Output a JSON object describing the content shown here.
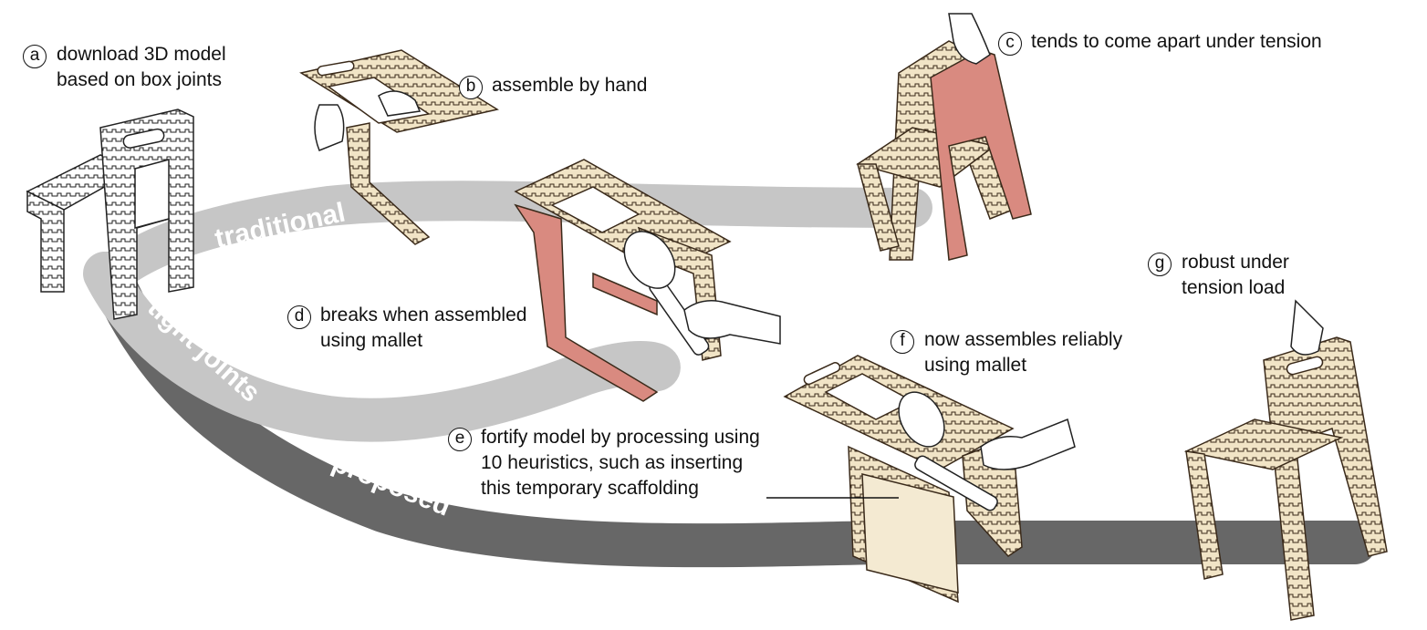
{
  "paths": {
    "traditional": "traditional",
    "tight_joints": "tight joints",
    "proposed": "proposed"
  },
  "steps": {
    "a": {
      "badge": "a",
      "lines": [
        "download 3D model",
        "based on box joints"
      ]
    },
    "b": {
      "badge": "b",
      "lines": [
        "assemble by hand"
      ]
    },
    "c": {
      "badge": "c",
      "lines": [
        "tends to come apart under tension"
      ]
    },
    "d": {
      "badge": "d",
      "lines": [
        "breaks when assembled",
        "using mallet"
      ]
    },
    "e": {
      "badge": "e",
      "lines": [
        "fortify model by processing using",
        "10 heuristics, such as inserting",
        "this temporary scaffolding"
      ]
    },
    "f": {
      "badge": "f",
      "lines": [
        "now assembles reliably",
        "using mallet"
      ]
    },
    "g": {
      "badge": "g",
      "lines": [
        "robust under",
        "tension load"
      ]
    }
  },
  "colors": {
    "traditional_path": "#c6c6c6",
    "proposed_path": "#676767",
    "plywood": "#f1e4c6",
    "plywood_edge": "#3a2a1a",
    "failed_part": "#d98a80",
    "white_model": "#ffffff"
  },
  "icons": [
    "chair-model-icon",
    "hand-icon",
    "mallet-icon",
    "scaffolding-icon"
  ]
}
